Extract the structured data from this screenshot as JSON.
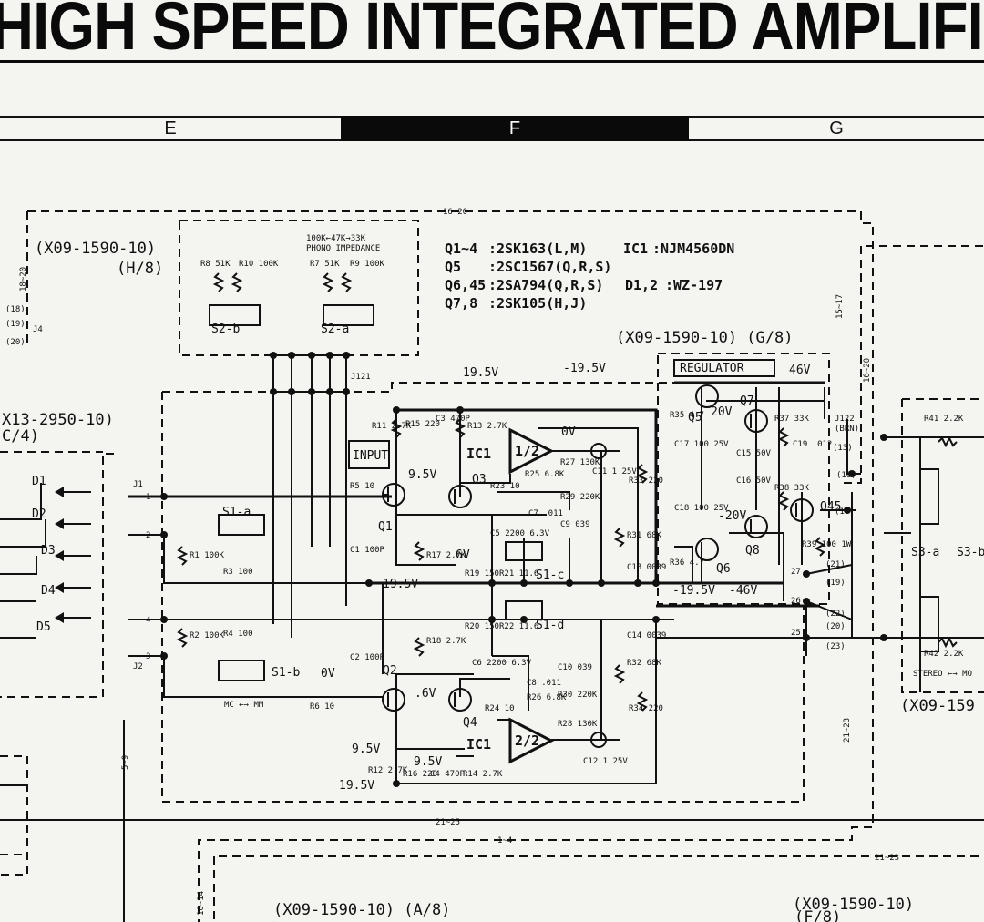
{
  "header": {
    "title": "HIGH SPEED INTEGRATED AMPLIFIE",
    "columns": [
      "E",
      "F",
      "G"
    ]
  },
  "board_refs": {
    "top_left": "(X09-1590-10)",
    "top_left_sub": "(H/8)",
    "regulator_board": "(X09-1590-10) (G/8)",
    "left": "X13-2950-10)",
    "left_sub": "C/4)",
    "bottom_left": "(X09-1590-10) (A/8)",
    "bottom_right": "(X09-1590-10)",
    "bottom_right_sub": "(F/8)",
    "right": "(X09-159"
  },
  "parts_list": [
    {
      "ref": "Q1~4",
      "part": ":2SK163(L,M)"
    },
    {
      "ref": "Q5",
      "part": ":2SC1567(Q,R,S)"
    },
    {
      "ref": "Q6,45",
      "part": ":2SA794(Q,R,S)"
    },
    {
      "ref": "Q7,8",
      "part": ":2SK105(H,J)"
    }
  ],
  "parts_extra": [
    {
      "ref": "IC1",
      "part": ":NJM4560DN"
    },
    {
      "ref": "D1,2",
      "part": ":WZ-197"
    }
  ],
  "phono": {
    "title": "PHONO IMPEDANCE",
    "values": "100K←47K→33K"
  },
  "labels": {
    "regulator": "REGULATOR",
    "input": "INPUT",
    "ic_top": "IC1",
    "ic_top_half": "1/2",
    "ic_bot": "IC1",
    "ic_bot_half": "2/2",
    "mc_mm": "MC ←→ MM",
    "stereo": "STEREO ←→ MO"
  },
  "transistors": [
    "Q1",
    "Q2",
    "Q3",
    "Q4",
    "Q5",
    "Q6",
    "Q7",
    "Q8",
    "Q45"
  ],
  "switches": [
    "S2-b",
    "S2-a",
    "S1-a",
    "S1-b",
    "S1-c",
    "S1-d",
    "S3-a",
    "S3-b"
  ],
  "leds": [
    "D1",
    "D2",
    "D3",
    "D4",
    "D5"
  ],
  "voltages": {
    "v19_5": "19.5V",
    "vm19_5": "-19.5V",
    "v0": "0V",
    "v9_5": "9.5V",
    "v6": "6V",
    "v6b": ".6V",
    "v46": "46V",
    "v20": "20V",
    "vm20": "-20V",
    "vm46": "-46V",
    "v19_5b": "19.5V",
    "vm19_5b": "-19.5V",
    "v9_5b": "9.5V",
    "v9_5c": "9.5V",
    "v0b": "0V",
    "v19_5c": "19.5V"
  },
  "components": [
    {
      "id": "R11",
      "text": "R11 2.7K"
    },
    {
      "id": "R15",
      "text": "R15 220"
    },
    {
      "id": "C3",
      "text": "C3 470P"
    },
    {
      "id": "R13",
      "text": "R13 2.7K"
    },
    {
      "id": "R27",
      "text": "R27 130K"
    },
    {
      "id": "R25",
      "text": "R25 6.8K"
    },
    {
      "id": "R23",
      "text": "R23 10"
    },
    {
      "id": "C7",
      "text": "C7 .011"
    },
    {
      "id": "R29",
      "text": "R29 220K"
    },
    {
      "id": "C9",
      "text": "C9 039"
    },
    {
      "id": "R5",
      "text": "R5 10"
    },
    {
      "id": "C1",
      "text": "C1 100P"
    },
    {
      "id": "R1",
      "text": "R1 100K"
    },
    {
      "id": "R3",
      "text": "R3 100"
    },
    {
      "id": "R17",
      "text": "R17 2.7K"
    },
    {
      "id": "C5",
      "text": "C5 2200 6.3V"
    },
    {
      "id": "R19",
      "text": "R19 150"
    },
    {
      "id": "R21",
      "text": "R21 11.6"
    },
    {
      "id": "R31",
      "text": "R31 68K"
    },
    {
      "id": "C13",
      "text": "C13 0039"
    },
    {
      "id": "R33",
      "text": "R33 220"
    },
    {
      "id": "C11",
      "text": "C11 1 25V"
    },
    {
      "id": "R2",
      "text": "R2 100K"
    },
    {
      "id": "R4",
      "text": "R4 100"
    },
    {
      "id": "C2",
      "text": "C2 100P"
    },
    {
      "id": "R6",
      "text": "R6 10"
    },
    {
      "id": "R18",
      "text": "R18 2.7K"
    },
    {
      "id": "R20",
      "text": "R20 150"
    },
    {
      "id": "R22",
      "text": "R22 11.6"
    },
    {
      "id": "C6",
      "text": "C6 2200 6.3V"
    },
    {
      "id": "C8",
      "text": "C8 .011"
    },
    {
      "id": "C10",
      "text": "C10 039"
    },
    {
      "id": "R24",
      "text": "R24 10"
    },
    {
      "id": "R26",
      "text": "R26 6.8K"
    },
    {
      "id": "R30",
      "text": "R30 220K"
    },
    {
      "id": "R28",
      "text": "R28 130K"
    },
    {
      "id": "C12",
      "text": "C12 1 25V"
    },
    {
      "id": "R32",
      "text": "R32 68K"
    },
    {
      "id": "C14",
      "text": "C14 0039"
    },
    {
      "id": "R34",
      "text": "R34 220"
    },
    {
      "id": "R12",
      "text": "R12 2.7K"
    },
    {
      "id": "R16",
      "text": "R16 220"
    },
    {
      "id": "C4",
      "text": "C4 470P"
    },
    {
      "id": "R14",
      "text": "R14 2.7K"
    },
    {
      "id": "R35",
      "text": "R35 4.7"
    },
    {
      "id": "R36",
      "text": "R36 4.7"
    },
    {
      "id": "C17",
      "text": "C17 100 25V"
    },
    {
      "id": "C18",
      "text": "C18 100 25V"
    },
    {
      "id": "C15",
      "text": "C15 50V"
    },
    {
      "id": "C16",
      "text": "C16 50V"
    },
    {
      "id": "R37",
      "text": "R37 33K"
    },
    {
      "id": "R38",
      "text": "R38 33K"
    },
    {
      "id": "C19",
      "text": "C19 .012"
    },
    {
      "id": "R39",
      "text": "R39 100 1W"
    },
    {
      "id": "R41",
      "text": "R41 2.2K"
    },
    {
      "id": "R42",
      "text": "R42 2.2K"
    },
    {
      "id": "R7",
      "text": "R7 51K"
    },
    {
      "id": "R8",
      "text": "R8 51K"
    },
    {
      "id": "R9",
      "text": "R9 100K"
    },
    {
      "id": "R10",
      "text": "R10 100K"
    }
  ],
  "connectors": {
    "j1": "J1",
    "j2": "J2",
    "j4": "J4",
    "j121": "J121",
    "j122": "J122",
    "j122_sub": "(BRN)",
    "pins_left": [
      "1",
      "2",
      "4",
      "3"
    ],
    "pins_right": [
      "27",
      "26",
      "25"
    ],
    "pin_13": "(13)",
    "pin_16": "(16)",
    "pin_17": "(17)",
    "bus_labels": [
      "(18)",
      "(19)",
      "(20)"
    ],
    "right_bus": [
      "(21)",
      "(19)",
      "(22)",
      "(20)",
      "(23)"
    ],
    "ranges": [
      "16~20",
      "18~20",
      "15~17",
      "16~20",
      "21~23",
      "10~14",
      "21~25",
      "1~4",
      "5~9",
      "21~23"
    ]
  }
}
